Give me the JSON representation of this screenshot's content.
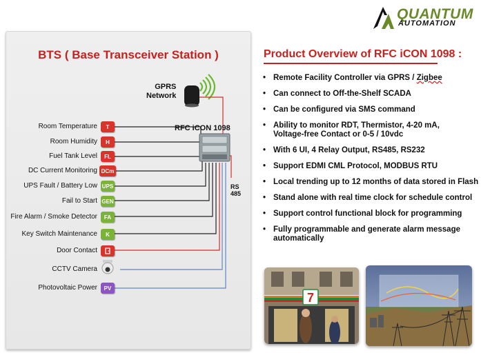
{
  "logo": {
    "line1": "QUANTUM",
    "line2": "AUTOMATION"
  },
  "panel": {
    "title": "BTS ( Base Transceiver Station )",
    "gprs_network": [
      "GPRS",
      "Network"
    ],
    "controller_label": "RFC iCON 1098",
    "rs485_label": "RS 485",
    "sensors": [
      {
        "label": "Room Temperature",
        "badge": "T",
        "color": "#d7352c"
      },
      {
        "label": "Room Humidity",
        "badge": "H",
        "color": "#d7352c"
      },
      {
        "label": "Fuel Tank Level",
        "badge": "FL",
        "color": "#d7352c"
      },
      {
        "label": "DC Current Monitoring",
        "badge": "DCm",
        "color": "#d7352c"
      },
      {
        "label": "UPS Fault / Battery Low",
        "badge": "UPS",
        "color": "#7ab337"
      },
      {
        "label": "Fail to Start",
        "badge": "GEN",
        "color": "#7ab337"
      },
      {
        "label": "Fire Alarm / Smoke Detector",
        "badge": "FA",
        "color": "#7ab337"
      },
      {
        "label": "Key Switch Maintenance",
        "badge": "K",
        "color": "#7ab337"
      },
      {
        "label": "Door Contact",
        "badge": "",
        "color": "#d7352c"
      },
      {
        "label": "CCTV Camera",
        "badge": "",
        "color": ""
      },
      {
        "label": "Photovoltaic Power",
        "badge": "PV",
        "color": "#8c55c4"
      }
    ]
  },
  "overview": {
    "title": "Product Overview of RFC iCON 1098 :",
    "features": [
      {
        "pre": "Remote Facility Controller via GPRS  /  ",
        "zig": "Zigbee"
      },
      {
        "pre": "Can connect to Off-the-Shelf SCADA",
        "zig": ""
      },
      {
        "pre": "Can be configured via SMS command",
        "zig": ""
      },
      {
        "pre": "Ability to monitor RDT, Thermistor, 4-20 mA, Voltage-free Contact or 0-5 / 10vdc",
        "zig": ""
      },
      {
        "pre": "With 6 UI, 4 Relay Output, RS485, RS232",
        "zig": ""
      },
      {
        "pre": "Support EDMI CML Protocol, MODBUS RTU",
        "zig": ""
      },
      {
        "pre": "Local trending up to 12 months of data stored in Flash",
        "zig": ""
      },
      {
        "pre": "Stand alone with real time clock for schedule control",
        "zig": ""
      },
      {
        "pre": "Support control functional block for programming",
        "zig": ""
      },
      {
        "pre": "Fully programmable and generate alarm message automatically",
        "zig": ""
      }
    ]
  },
  "photos": {
    "store_sign": "7"
  }
}
